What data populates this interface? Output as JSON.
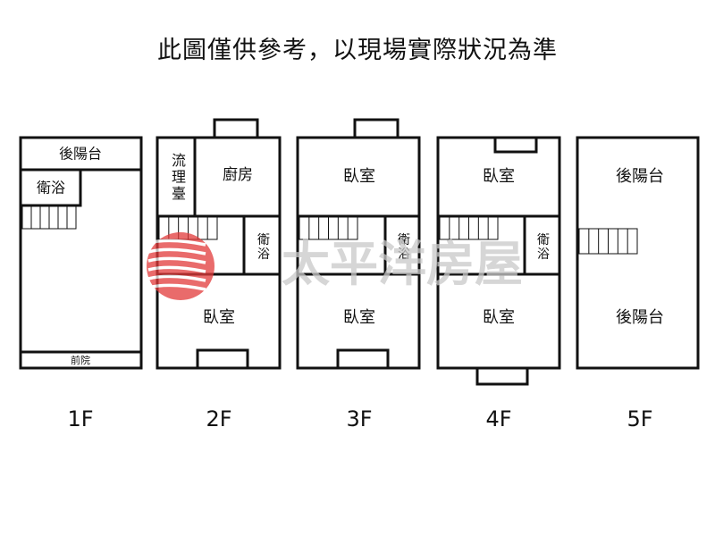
{
  "title": "此圖僅供參考，以現場實際狀況為準",
  "watermark": "太平洋房屋",
  "colors": {
    "line": "#111111",
    "watermark": "#e23a3a",
    "watermark_text": "#c9c9c9"
  },
  "floors": [
    {
      "label": "1F",
      "rooms": {
        "balcony": "後陽台",
        "bath": "衛浴",
        "front": "前院"
      }
    },
    {
      "label": "2F",
      "rooms": {
        "counter": "流\n理\n臺",
        "kitchen": "廚房",
        "bath": "衛\n浴",
        "bedroom": "臥室"
      }
    },
    {
      "label": "3F",
      "rooms": {
        "bedroom_top": "臥室",
        "bath": "衛\n浴",
        "bedroom_bottom": "臥室"
      }
    },
    {
      "label": "4F",
      "rooms": {
        "bedroom_top": "臥室",
        "bath": "衛\n浴",
        "bedroom_bottom": "臥室"
      }
    },
    {
      "label": "5F",
      "rooms": {
        "balcony_top": "後陽台",
        "balcony_bottom": "後陽台"
      }
    }
  ]
}
